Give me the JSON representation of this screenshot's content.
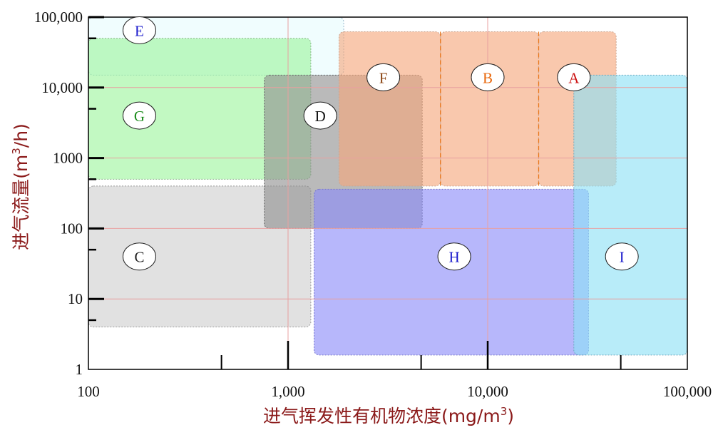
{
  "chart_data": {
    "type": "area",
    "x_scale": "log",
    "y_scale": "log",
    "xlim": [
      100,
      100000
    ],
    "ylim": [
      1,
      100000
    ],
    "xlabel": "进气挥发性有机物浓度(mg/m",
    "xlabel_sup": "3",
    "xlabel_end": ")",
    "ylabel": "进气流量(m",
    "ylabel_sup": "3",
    "ylabel_end": "/h)",
    "x_ticks": [
      {
        "value": 100,
        "label": "100"
      },
      {
        "value": 1000,
        "label": "1,000"
      },
      {
        "value": 10000,
        "label": "10,000"
      },
      {
        "value": 100000,
        "label": "100,000"
      }
    ],
    "y_ticks": [
      {
        "value": 1,
        "label": "1"
      },
      {
        "value": 10,
        "label": "10"
      },
      {
        "value": 100,
        "label": "100"
      },
      {
        "value": 1000,
        "label": "1000"
      },
      {
        "value": 10000,
        "label": "10,000"
      },
      {
        "value": 100000,
        "label": "100,000"
      }
    ],
    "x_minor_ticks": [
      464,
      4640,
      46400
    ],
    "y_minor_ticks": [
      5,
      50,
      500,
      5000,
      50000
    ],
    "grid_x": [
      1000,
      10000
    ],
    "grid_y": [
      10,
      100,
      1000,
      10000
    ],
    "grid_color": "#e8a0a0",
    "zones": [
      {
        "label": "E",
        "x_range": [
          100,
          1900
        ],
        "y_range": [
          15000,
          100000
        ],
        "fill": "#e6fbfd",
        "stroke": "#9ab8cc",
        "text_color": "#1a1acc",
        "label_x": 180,
        "label_y": 65000
      },
      {
        "label": "G",
        "x_range": [
          100,
          1300
        ],
        "y_range": [
          500,
          50000
        ],
        "fill": "#9cf59c",
        "stroke": "#8ab48a",
        "text_color": "#1a8a1a",
        "label_x": 180,
        "label_y": 4000
      },
      {
        "label": "C",
        "x_range": [
          100,
          1300
        ],
        "y_range": [
          4,
          400
        ],
        "fill": "#cfcfcf",
        "stroke": "#9a9a9a",
        "text_color": "#222222",
        "label_x": 180,
        "label_y": 40
      },
      {
        "label": "D",
        "x_range": [
          760,
          4700
        ],
        "y_range": [
          100,
          15000
        ],
        "fill": "#8f8f8f",
        "stroke": "#666666",
        "text_color": "#111111",
        "label_x": 1450,
        "label_y": 4000
      },
      {
        "label": "F",
        "x_range": [
          1800,
          5800
        ],
        "y_range": [
          400,
          62000
        ],
        "fill": "#f5a77a",
        "stroke": "#c9a490",
        "text_color": "#8b4513",
        "label_x": 3000,
        "label_y": 14000
      },
      {
        "label": "B",
        "x_range": [
          5800,
          18000
        ],
        "y_range": [
          400,
          62000
        ],
        "fill": "#f5a77a",
        "stroke": "#c9a490",
        "text_color": "#e8660a",
        "label_x": 10000,
        "label_y": 14000
      },
      {
        "label": "A",
        "x_range": [
          18000,
          44000
        ],
        "y_range": [
          400,
          62000
        ],
        "fill": "#f5a77a",
        "stroke": "#c9a490",
        "text_color": "#cc1111",
        "label_x": 27000,
        "label_y": 14000
      },
      {
        "label": "H",
        "x_range": [
          1350,
          32000
        ],
        "y_range": [
          1.6,
          360
        ],
        "fill": "#8a8af8",
        "stroke": "#7777cc",
        "text_color": "#1a1acc",
        "label_x": 6800,
        "label_y": 40
      },
      {
        "label": "I",
        "x_range": [
          27000,
          100000
        ],
        "y_range": [
          1.6,
          15000
        ],
        "fill": "#8ce0f5",
        "stroke": "#6aa8c0",
        "text_color": "#1a1acc",
        "label_x": 47000,
        "label_y": 40
      }
    ],
    "dividers": [
      {
        "x": 5800,
        "y_range": [
          400,
          62000
        ],
        "color": "#e8761a"
      },
      {
        "x": 18000,
        "y_range": [
          400,
          62000
        ],
        "color": "#e8761a"
      }
    ]
  }
}
